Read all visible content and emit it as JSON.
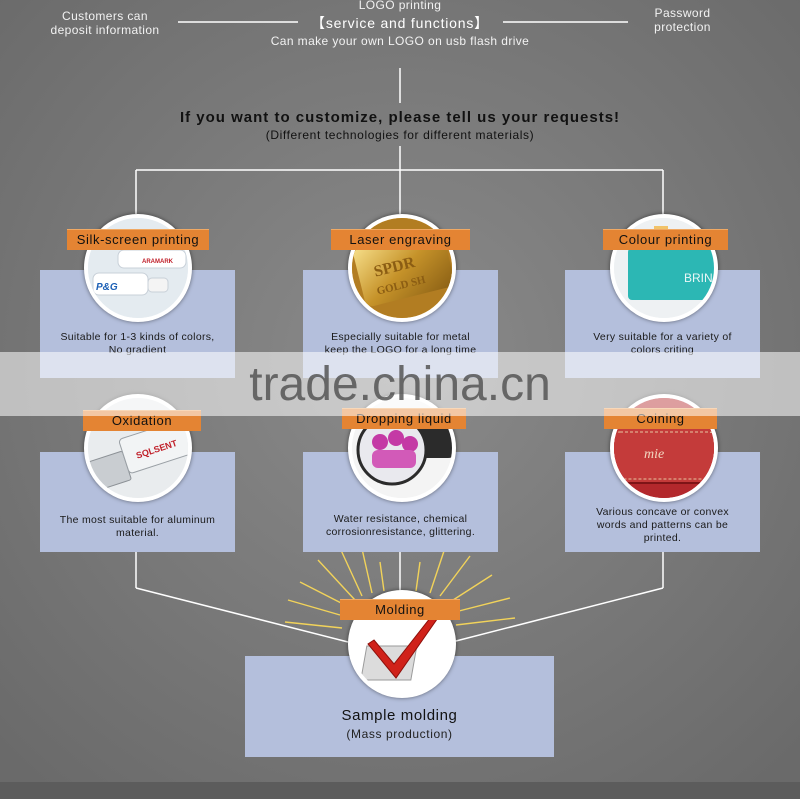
{
  "header": {
    "left_lines": [
      "Customers can",
      "deposit information"
    ],
    "center_top": "LOGO printing",
    "center_title": "【service and functions】",
    "center_sub": "Can make your own LOGO on usb flash drive",
    "right_lines": [
      "Password",
      "protection"
    ]
  },
  "request": {
    "title": "If you want to customize, please tell us your requests!",
    "subtitle": "(Different technologies for different materials)"
  },
  "techniques": [
    {
      "label": "Silk-screen printing",
      "desc_lines": [
        "Suitable for 1-3 kinds of colors,",
        "No gradient"
      ],
      "image_text": [
        "P&G",
        "ARAMARK"
      ]
    },
    {
      "label": "Laser engraving",
      "desc_lines": [
        "Especially suitable for metal",
        "keep the LOGO for a long time"
      ],
      "image_text": [
        "SPDR",
        "GOLD SH"
      ]
    },
    {
      "label": "Colour printing",
      "desc_lines": [
        "Very suitable for a variety of",
        "colors criting"
      ],
      "image_text": [
        "BRIN"
      ]
    },
    {
      "label": "Oxidation",
      "desc_lines": [
        "The most suitable for aluminum",
        "material."
      ],
      "image_text": [
        "SQLSENT"
      ]
    },
    {
      "label": "Dropping liquid",
      "desc_lines": [
        "Water resistance, chemical",
        "corrosionresistance, glittering."
      ],
      "image_text": []
    },
    {
      "label": "Coining",
      "desc_lines": [
        "Various concave or convex",
        "words and patterns can be",
        "printed."
      ],
      "image_text": [
        "mie"
      ]
    }
  ],
  "final": {
    "label": "Molding",
    "title": "Sample molding",
    "subtitle": "(Mass production)"
  },
  "watermark": "trade.china.cn",
  "colors": {
    "background": "#7b7b7b",
    "panel": "#b4bfdc",
    "label": "#e48433",
    "line": "#ffffff",
    "check": "#d0221a"
  }
}
